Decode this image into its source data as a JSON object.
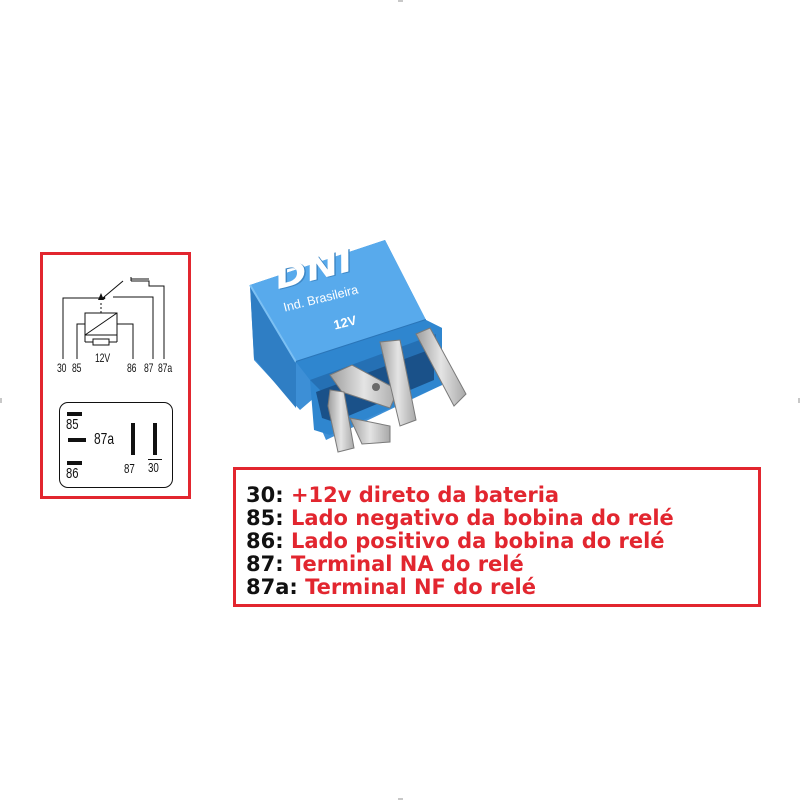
{
  "diagram": {
    "schematic_pins": [
      "30",
      "85",
      "12V",
      "86",
      "87",
      "87a"
    ],
    "pinout": {
      "pin_85": "85",
      "pin_87a": "87a",
      "pin_86": "86",
      "pin_87": "87",
      "pin_30": "30"
    }
  },
  "relay": {
    "brand": "DNI",
    "origin": "Ind. Brasileira",
    "voltage": "12V",
    "body_color": "#4a9fe3",
    "terminal_color": "#c9c9c9"
  },
  "legend": {
    "rows": [
      {
        "term": "30:",
        "description": "+12v direto da bateria"
      },
      {
        "term": "85:",
        "description": "Lado negativo da bobina do relé"
      },
      {
        "term": "86:",
        "description": "Lado positivo da bobina do relé"
      },
      {
        "term": "87:",
        "description": "Terminal NA do relé"
      },
      {
        "term": "87a:",
        "description": "Terminal NF do relé"
      }
    ]
  },
  "colors": {
    "accent_red": "#e2262f",
    "text_dark": "#111111"
  }
}
